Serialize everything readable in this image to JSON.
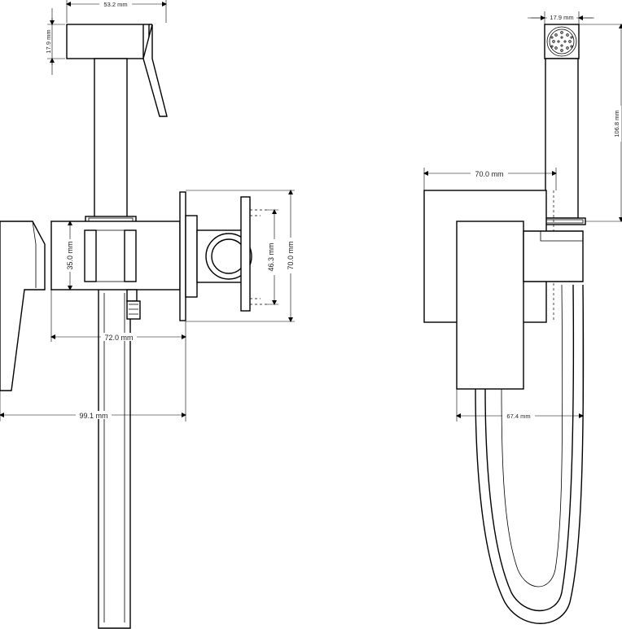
{
  "dimensions": {
    "left_top_width": "53.2 mm",
    "left_top_height": "17.9 mm",
    "left_body_height": "35.0 mm",
    "left_flange_inner": "46.3 mm",
    "left_flange_outer": "70.0 mm",
    "left_depth": "72.0 mm",
    "left_total": "99.1 mm",
    "right_top_width": "17.9 mm",
    "right_stem_height": "106.8 mm",
    "right_depth": "70.0 mm",
    "right_hose_width": "67.4 mm"
  }
}
